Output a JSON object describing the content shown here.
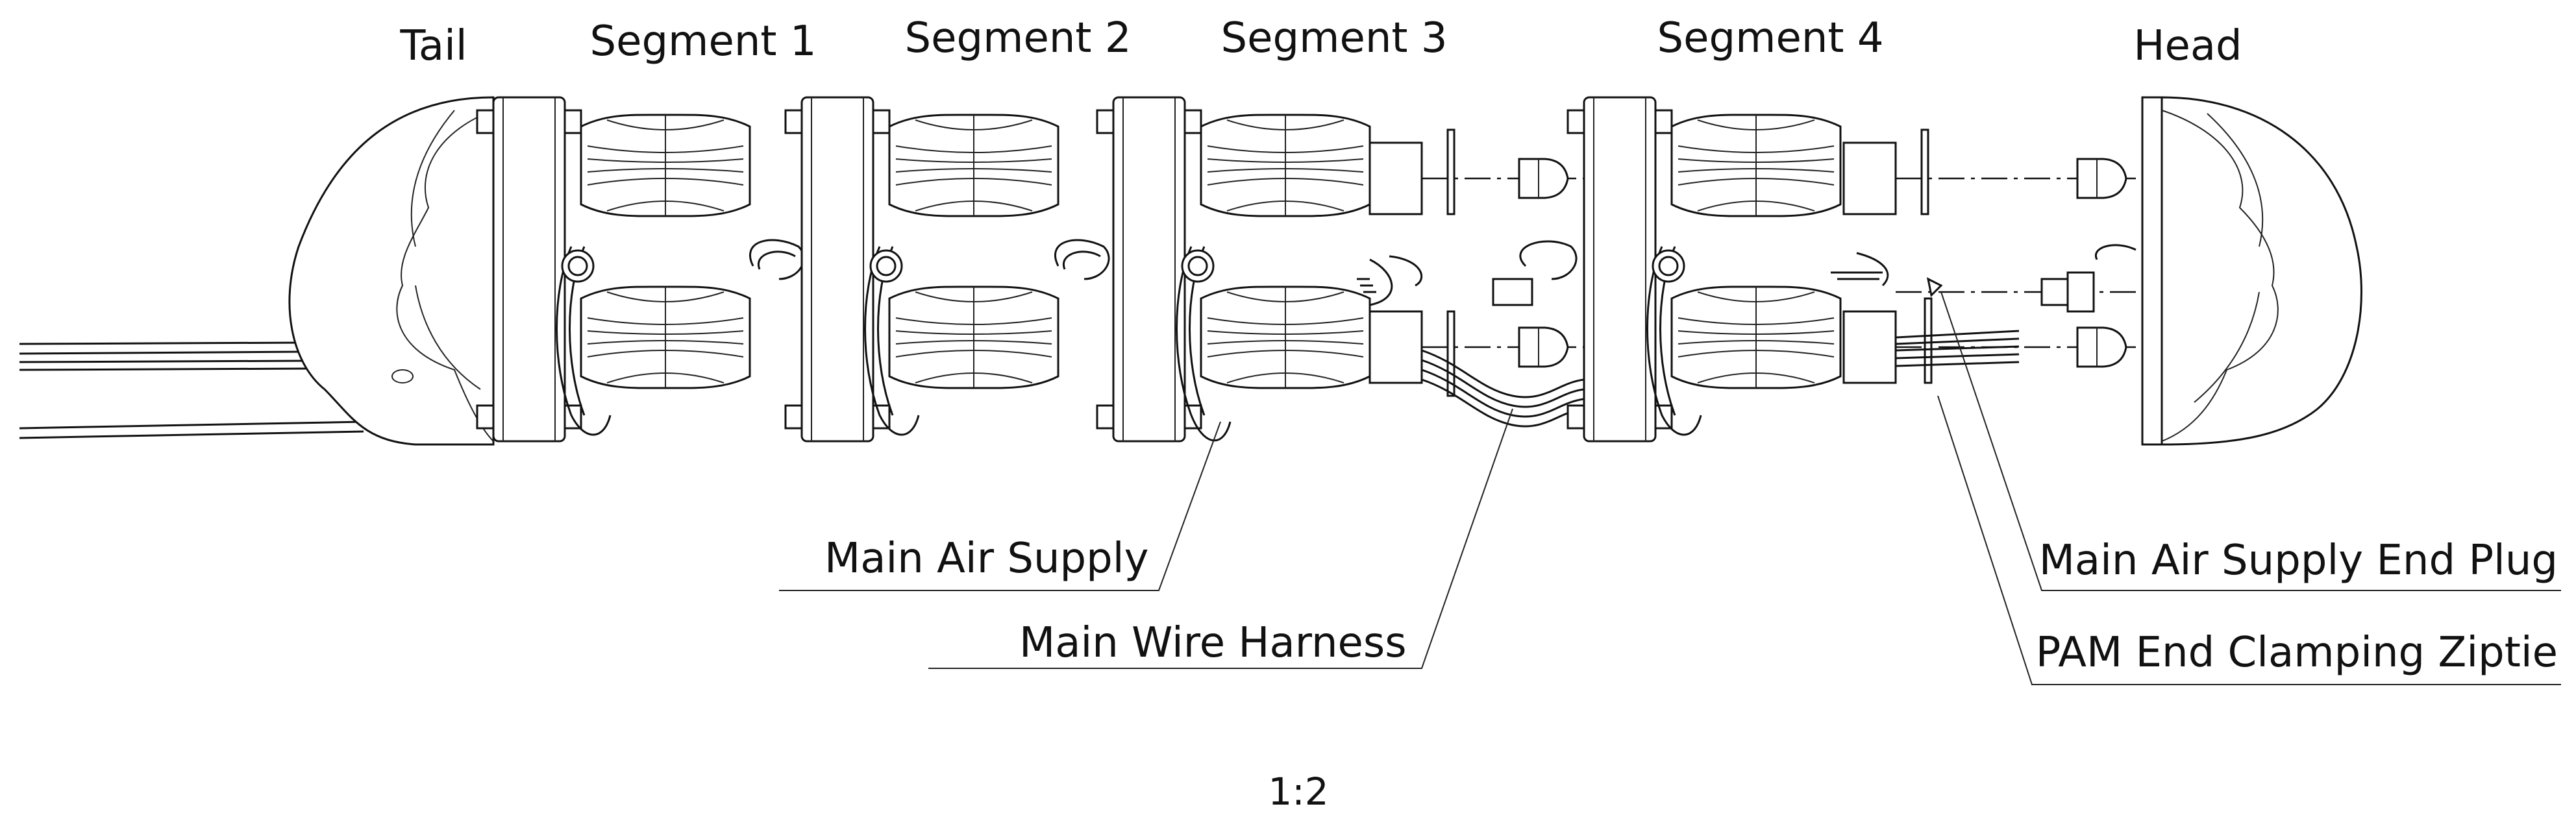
{
  "titles": {
    "tail": "Tail",
    "segment1": "Segment 1",
    "segment2": "Segment 2",
    "segment3": "Segment 3",
    "segment4": "Segment 4",
    "head": "Head"
  },
  "callouts": {
    "main_air_supply": "Main Air Supply",
    "main_wire_harness": "Main Wire Harness",
    "end_plug": "Main Air Supply End Plug",
    "ziptie": "PAM End Clamping Ziptie"
  },
  "scale": "1:2"
}
